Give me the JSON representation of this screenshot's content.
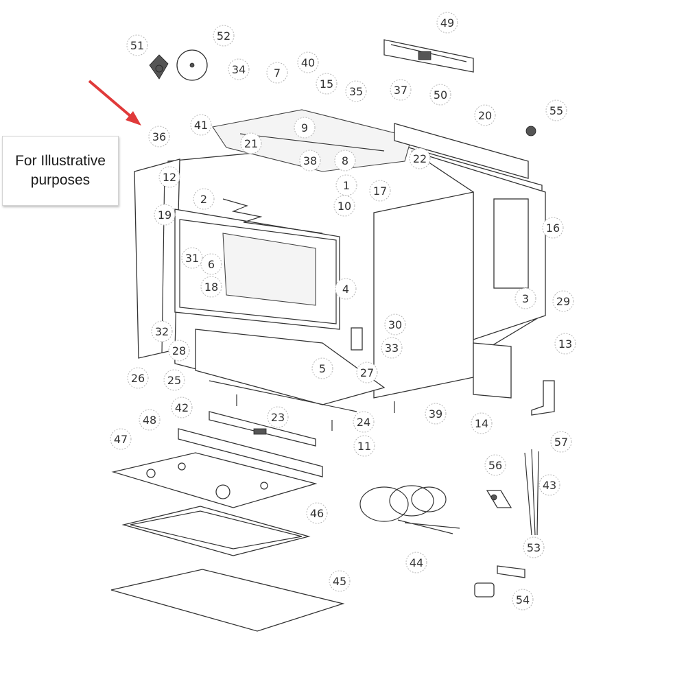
{
  "note": {
    "line1": "For Illustrative",
    "line2": "purposes"
  },
  "colors": {
    "arrow": "#e03a3a",
    "line": "#333333",
    "callout_border": "#b5b5b5"
  },
  "callouts": [
    "51",
    "52",
    "34",
    "7",
    "40",
    "15",
    "35",
    "37",
    "49",
    "50",
    "55",
    "20",
    "36",
    "41",
    "9",
    "21",
    "38",
    "8",
    "22",
    "12",
    "1",
    "17",
    "2",
    "10",
    "19",
    "16",
    "31",
    "6",
    "18",
    "4",
    "3",
    "29",
    "30",
    "33",
    "32",
    "28",
    "13",
    "26",
    "25",
    "5",
    "27",
    "39",
    "14",
    "24",
    "42",
    "23",
    "48",
    "47",
    "11",
    "57",
    "56",
    "43",
    "46",
    "44",
    "53",
    "45",
    "54"
  ]
}
